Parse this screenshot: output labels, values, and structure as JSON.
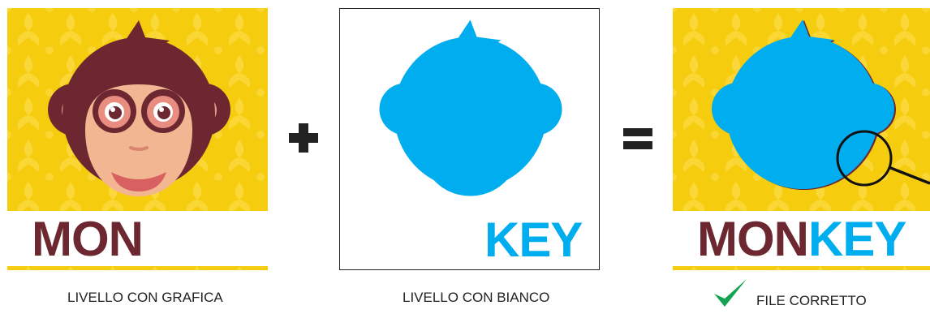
{
  "panels": {
    "graphic": {
      "word": "MON",
      "caption": "LIVELLO CON GRAFICA"
    },
    "white": {
      "word": "KEY",
      "caption": "LIVELLO CON BIANCO"
    },
    "result": {
      "word_part1": "MON",
      "word_part2": "KEY",
      "caption": "FILE CORRETTO"
    }
  },
  "operators": {
    "plus": "+",
    "equals": "="
  },
  "icons": [
    "plus-icon",
    "equals-icon",
    "check-icon",
    "magnifier-icon"
  ],
  "colors": {
    "background_yellow": "#f6cc0f",
    "brand_dark": "#6d2731",
    "white_layer_blue": "#00adef",
    "check_green": "#12a350"
  }
}
